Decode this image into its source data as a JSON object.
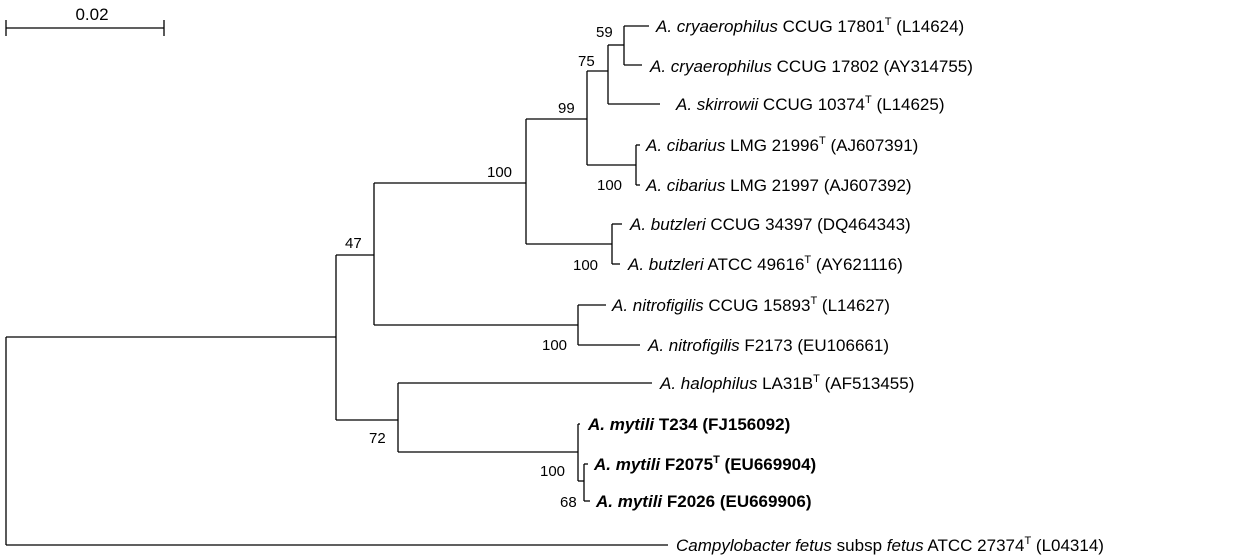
{
  "scale": {
    "label": "0.02"
  },
  "taxa": [
    {
      "genus": "A.",
      "species": "cryaerophilus",
      "strain": "CCUG 17801",
      "type_strain": true,
      "accession": "(L14624)",
      "bold": false
    },
    {
      "genus": "A.",
      "species": "cryaerophilus",
      "strain": "CCUG 17802",
      "type_strain": false,
      "accession": "(AY314755)",
      "bold": false
    },
    {
      "genus": "A.",
      "species": "skirrowii",
      "strain": "CCUG 10374",
      "type_strain": true,
      "accession": "(L14625)",
      "bold": false
    },
    {
      "genus": "A.",
      "species": "cibarius",
      "strain": "LMG 21996",
      "type_strain": true,
      "accession": "(AJ607391)",
      "bold": false
    },
    {
      "genus": "A.",
      "species": "cibarius",
      "strain": "LMG 21997",
      "type_strain": false,
      "accession": "(AJ607392)",
      "bold": false
    },
    {
      "genus": "A.",
      "species": "butzleri",
      "strain": "CCUG 34397",
      "type_strain": false,
      "accession": "(DQ464343)",
      "bold": false
    },
    {
      "genus": "A.",
      "species": "butzleri",
      "strain": "ATCC 49616",
      "type_strain": true,
      "accession": "(AY621116)",
      "bold": false
    },
    {
      "genus": "A.",
      "species": "nitrofigilis",
      "strain": "CCUG 15893",
      "type_strain": true,
      "accession": "(L14627)",
      "bold": false
    },
    {
      "genus": "A.",
      "species": "nitrofigilis",
      "strain": "F2173",
      "type_strain": false,
      "accession": "(EU106661)",
      "bold": false
    },
    {
      "genus": "A.",
      "species": "halophilus",
      "strain": "LA31B",
      "type_strain": true,
      "accession": "(AF513455)",
      "bold": false
    },
    {
      "genus": "A.",
      "species": "mytili",
      "strain": "T234",
      "type_strain": false,
      "accession": "(FJ156092)",
      "bold": true
    },
    {
      "genus": "A.",
      "species": "mytili",
      "strain": "F2075",
      "type_strain": true,
      "accession": "(EU669904)",
      "bold": true
    },
    {
      "genus": "A.",
      "species": "mytili",
      "strain": "F2026",
      "type_strain": false,
      "accession": "(EU669906)",
      "bold": true
    },
    {
      "genus": "Campylobacter",
      "species": "fetus",
      "strain": "ATCC 27374",
      "type_strain": true,
      "accession": "(L04314)",
      "bold": false,
      "subsp_word": "subsp",
      "subsp": "fetus"
    }
  ],
  "type_mark": "T",
  "bootstrap": [
    "59",
    "75",
    "99",
    "100",
    "100",
    "100",
    "100",
    "47",
    "72",
    "100",
    "68"
  ]
}
